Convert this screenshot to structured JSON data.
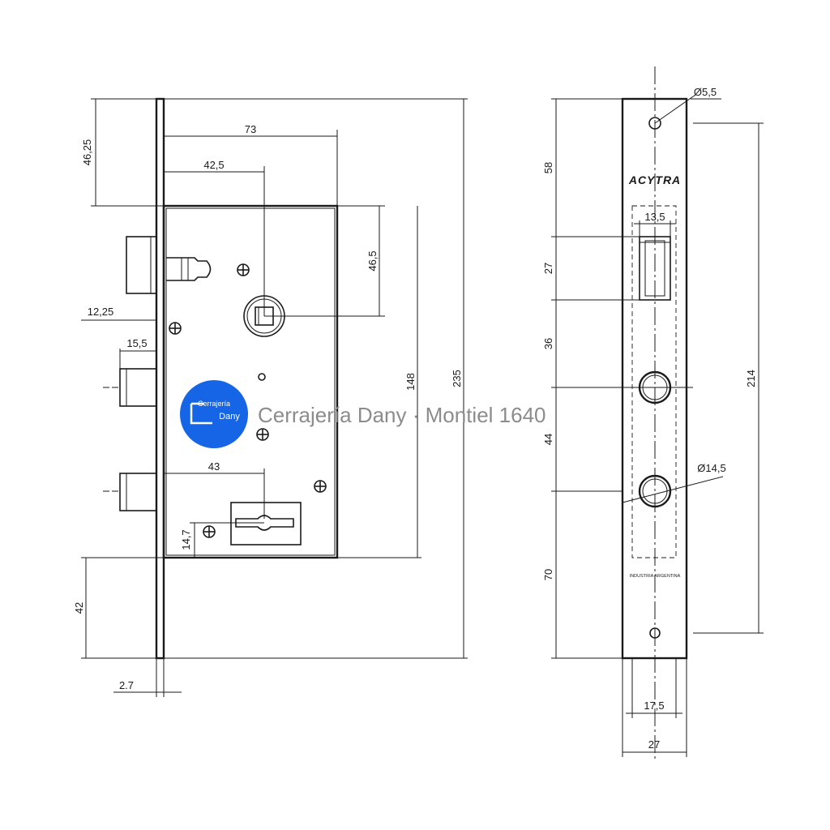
{
  "side_view": {
    "dim_46_25": "46,25",
    "dim_73": "73",
    "dim_42_5": "42,5",
    "dim_46_5": "46,5",
    "dim_12_25": "12,25",
    "dim_15_5": "15,5",
    "dim_148": "148",
    "dim_235": "235",
    "dim_43": "43",
    "dim_14_7": "14,7",
    "dim_42": "42",
    "dim_2_7": "2.7"
  },
  "front_view": {
    "dia_5_5": "Ø5,5",
    "brand": "ACYTRA",
    "dim_13_5": "13,5",
    "dim_58": "58",
    "dim_27_top": "27",
    "dim_36": "36",
    "dim_44": "44",
    "dim_70": "70",
    "dim_214": "214",
    "dia_14_5": "Ø14,5",
    "origin": "INDUSTRIA ARGENTINA",
    "dim_17_5": "17,5",
    "dim_27_bottom": "27"
  },
  "watermark": {
    "text": "Cerrajería Dany · Montiel 1640",
    "logo_line1": "Cerrajería",
    "logo_line2": "Dany",
    "logo_color": "#1565e6"
  }
}
